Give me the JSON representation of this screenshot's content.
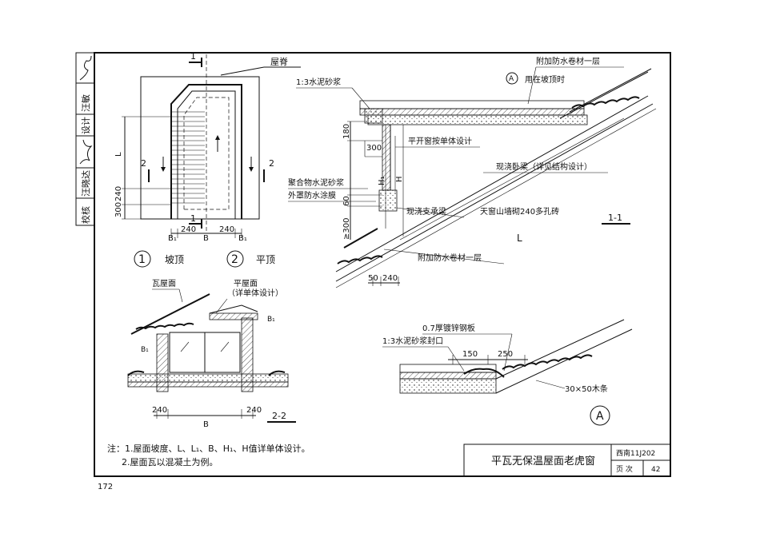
{
  "sidebar": {
    "review_label": "校核",
    "review_name": "汪晓达",
    "design_label": "设计",
    "design_name": "汪敏"
  },
  "plan": {
    "ridge_label": "屋脊",
    "section1_mark": "1",
    "section2_mark": "2",
    "dim_L": "L",
    "dim_240": "240",
    "dim_300": "300",
    "dim_B1": "B₁",
    "dim_B": "B",
    "caption1_num": "1",
    "caption1_text": "坡顶",
    "caption2_num": "2",
    "caption2_text": "平顶"
  },
  "section11": {
    "label_mortar": "1:3水泥砂浆",
    "label_membrane_top": "附加防水卷材一层",
    "label_detailA": "A",
    "label_detailA_note": "用在坡顶时",
    "label_window": "平开窗按单体设计",
    "label_beam": "现浇卧梁（详见结构设计）",
    "label_polymer": "聚合物水泥砂浆",
    "label_coating": "外罩防水涂膜",
    "label_support": "现浇支承梁",
    "label_wall": "天窗山墙砌240多孔砖",
    "label_membrane_bottom": "附加防水卷材一层",
    "dim_180": "180",
    "dim_300": "300",
    "dim_H1": "H₁",
    "dim_H": "H",
    "dim_300b": "≥300",
    "dim_60": "60",
    "dim_50": "50",
    "dim_240": "240",
    "dim_L": "L",
    "title": "1-1"
  },
  "section22": {
    "label_tile": "瓦屋面",
    "label_flat": "平屋面",
    "label_flat_note": "（详单体设计）",
    "dim_B1a": "B₁",
    "dim_B1b": "B₁",
    "dim_240a": "240",
    "dim_B": "B",
    "dim_240b": "240",
    "title": "2-2"
  },
  "detailA": {
    "label_steel": "0.7厚镀锌钢板",
    "label_seal": "1:3水泥砂浆封口",
    "dim_150": "150",
    "dim_250": "250",
    "label_batten": "30×50木条",
    "marker": "A"
  },
  "notes": {
    "line1": "注：1.屋面坡度、L、L₁、B、H₁、H值详单体设计。",
    "line2": "2.屋面瓦以混凝土为例。"
  },
  "titleblock": {
    "title": "平瓦无保温屋面老虎窗",
    "atlas": "西南11J202",
    "page_label": "页 次",
    "page_no": "42"
  },
  "page_number": "172"
}
